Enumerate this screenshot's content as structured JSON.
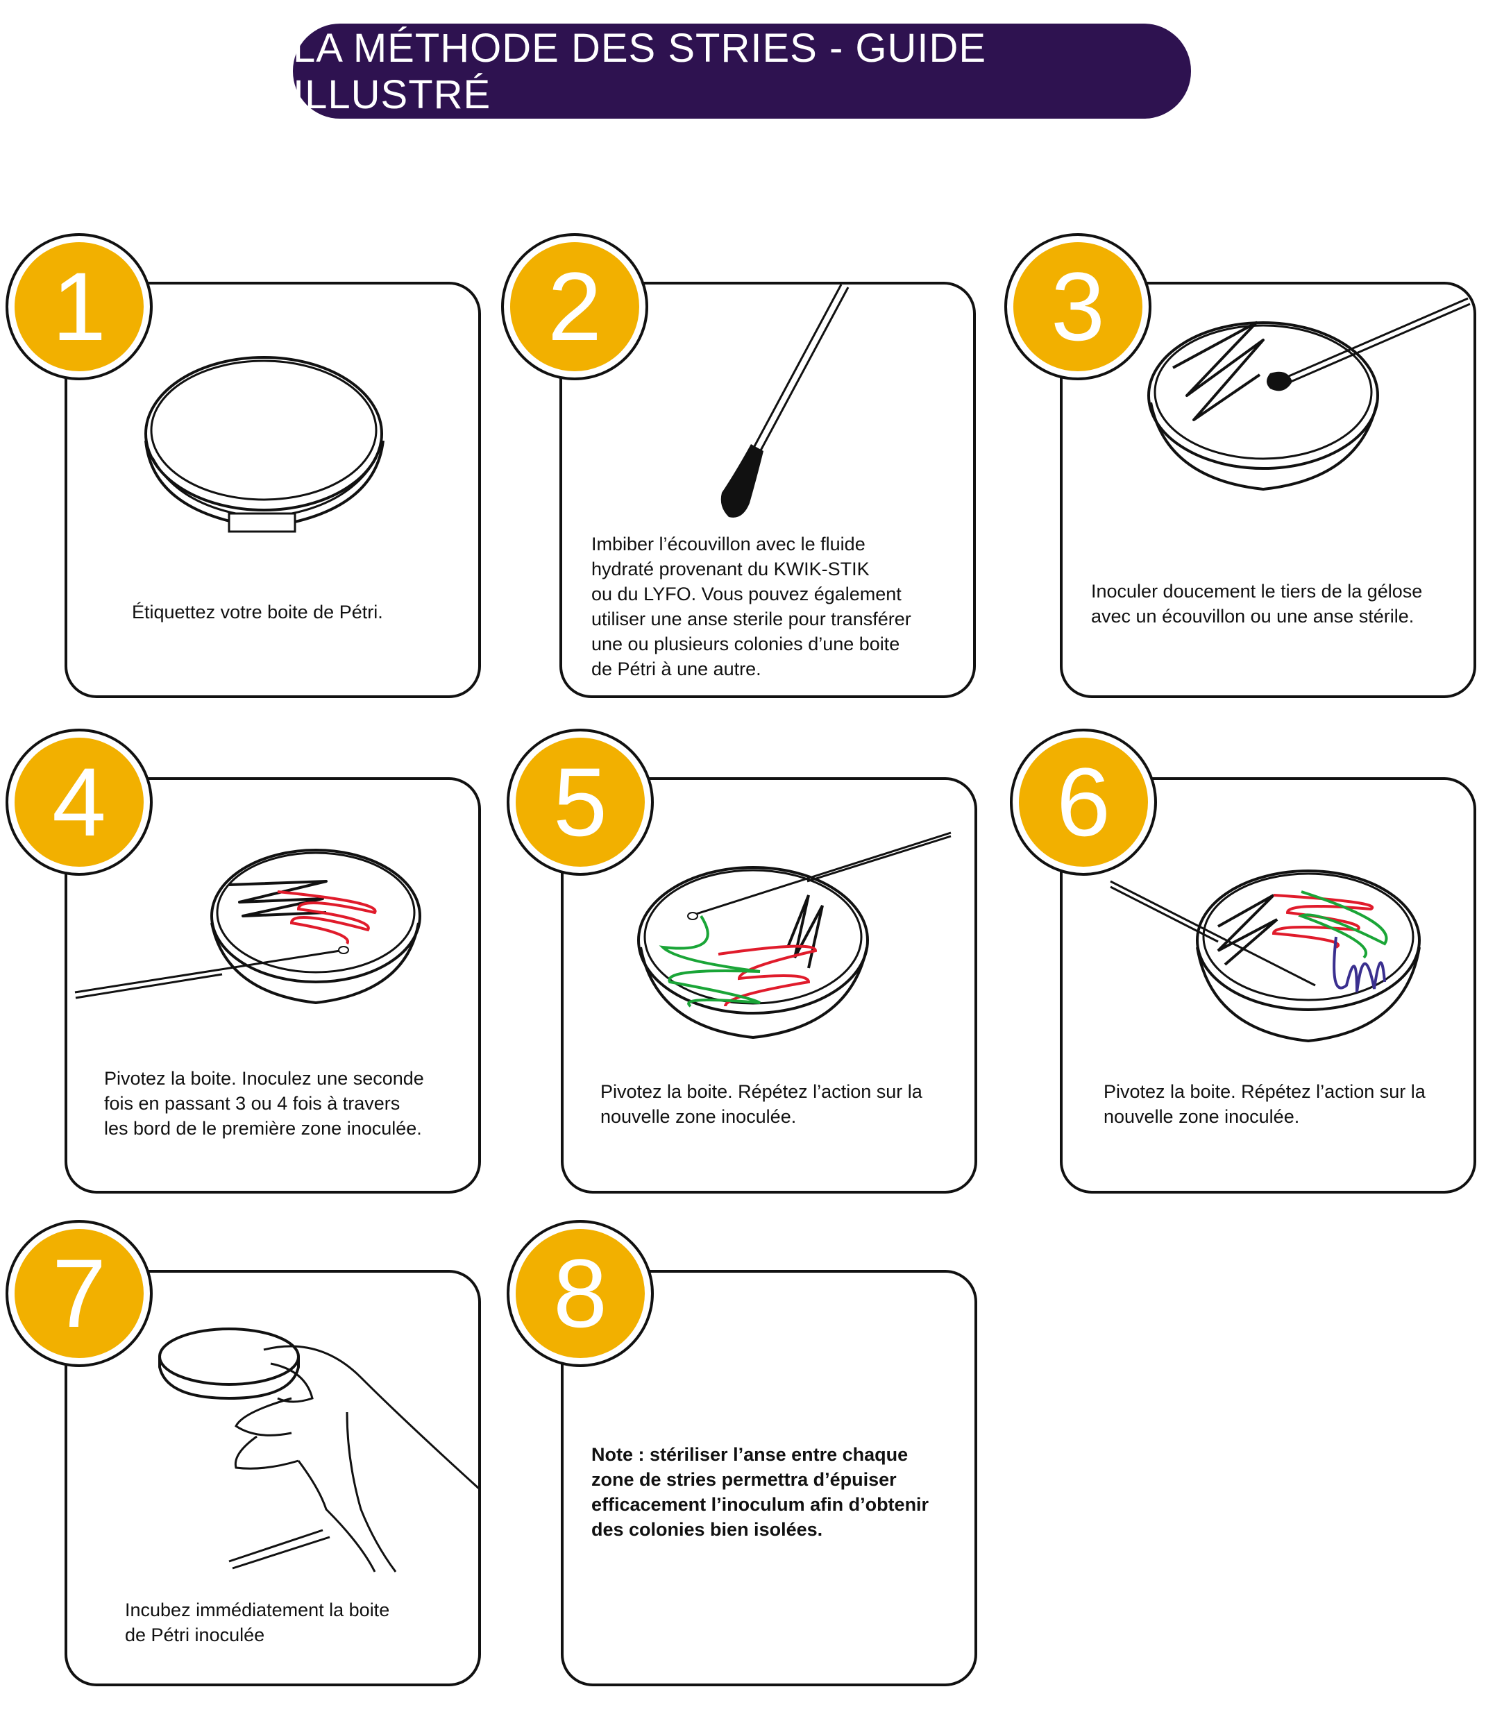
{
  "title": "LA MÉTHODE DES STRIES - GUIDE ILLUSTRÉ",
  "colors": {
    "title_bg": "#2e1250",
    "badge": "#f2b000",
    "red": "#e01b2b",
    "green": "#1aa537",
    "blue": "#3a2f8f"
  },
  "steps": [
    {
      "number": "1",
      "text": "Étiquettez votre boite de Pétri.",
      "icon": "labeled-petri-dish-icon"
    },
    {
      "number": "2",
      "text": "Imbiber l’écouvillon avec le fluide\nhydraté provenant du KWIK-STIK\nou du LYFO. Vous pouvez également\nutiliser une anse sterile pour transférer\nune ou plusieurs colonies d’une boite\nde Pétri à une autre.",
      "icon": "swab-icon"
    },
    {
      "number": "3",
      "text": "Inoculer doucement le tiers de la gélose\navec un écouvillon ou une anse stérile.",
      "icon": "swab-streak-icon"
    },
    {
      "number": "4",
      "text": "Pivotez la boite. Inoculez une seconde\nfois en passant 3 ou 4 fois à travers\nles bord de le première zone inoculée.",
      "icon": "second-streak-icon"
    },
    {
      "number": "5",
      "text": "Pivotez la boite. Répétez l’action sur la\nnouvelle zone inoculée.",
      "icon": "third-streak-icon"
    },
    {
      "number": "6",
      "text": "Pivotez la boite. Répétez l’action sur la\nnouvelle zone inoculée.",
      "icon": "fourth-streak-icon"
    },
    {
      "number": "7",
      "text": "Incubez immédiatement la boite\nde Pétri inoculée",
      "icon": "hand-holding-dish-icon"
    },
    {
      "number": "8",
      "text": "Note : stériliser l’anse entre chaque\nzone de stries permettra d’épuiser\nefficacement l’inoculum afin d’obtenir\ndes colonies bien isolées.",
      "icon": "note-icon"
    }
  ]
}
